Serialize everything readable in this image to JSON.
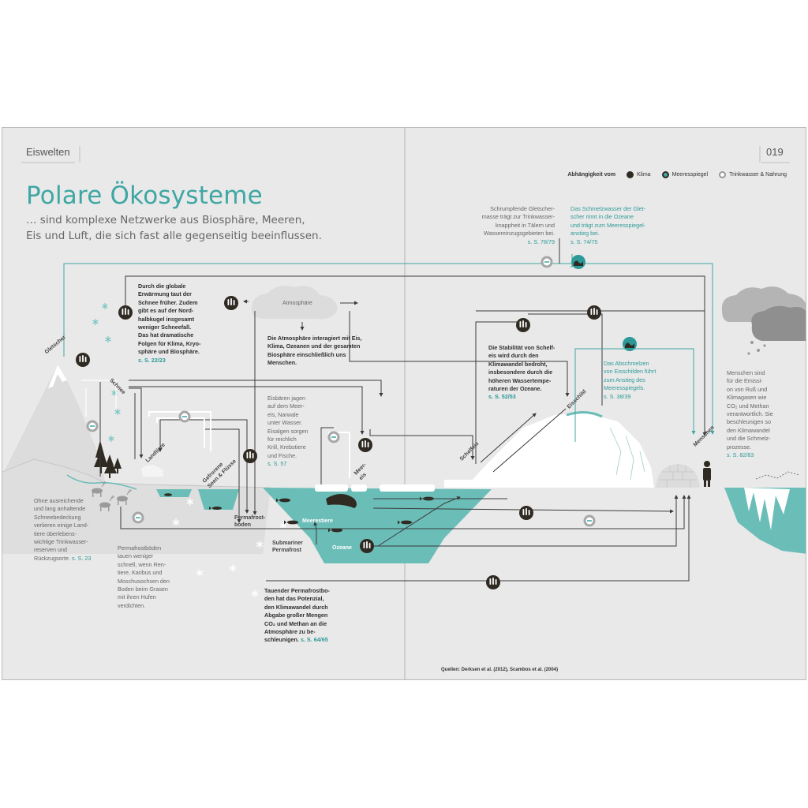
{
  "header": {
    "section": "Eiswelten",
    "page_number": "019"
  },
  "title": "Polare Ökosysteme",
  "subtitle": "… sind komplexe Netzwerke aus Biosphäre, Meeren,\nEis und Luft, die sich fast alle gegenseitig beeinflussen.",
  "legend": {
    "heading": "Abhängigkeit vom",
    "items": [
      {
        "label": "Klima",
        "icon": "thermometer-icon",
        "color": "#2f2a22"
      },
      {
        "label": "Meeresspiegel",
        "icon": "wave-icon",
        "color": "#3ea7a4"
      },
      {
        "label": "Trinkwasser & Nahrung",
        "icon": "water-ring-icon",
        "color": "#9a9a9a"
      }
    ]
  },
  "nodes": {
    "atmosphere": "Atmosphäre",
    "glacier": "Gletscher",
    "snow": "Schnee",
    "land_animals": "Landtiere",
    "frozen_lakes": "Gefrorene\nSeen & Flüsse",
    "permafrost": "Permafrost-\nboden",
    "submarine_permafrost": "Submariner\nPermafrost",
    "sea_ice": "Meer-\neis",
    "marine_animals": "Meerestiere",
    "oceans": "Ozeane",
    "ice_shelf": "Schelfeis",
    "ice_sheet": "Eisschild",
    "humans": "Menschen"
  },
  "texts": {
    "snow_text": "Durch die globale\nErwärmung taut der\nSchnee früher. Zudem\ngibt es auf der Nord-\nhalbkugel insgesamt\nweniger Schneefall.\nDas hat dramatische\nFolgen für Klima, Kryo-\nsphäre und Biosphäre.",
    "snow_ref": "s. S. 22/23",
    "atmosphere_text": "Die Atmosphäre interagiert mit Eis,\nKlima, Ozeanen und der gesamten\nBiosphäre einschließlich uns\nMenschen.",
    "polar_bear_text": "Eisbären jagen\nauf dem Meer-\neis, Narwale\nunter Wasser.\nEisalgen sorgen\nfür reichlich\nKrill, Krebstiere\nund Fische.",
    "polar_bear_ref": "s. S. 57",
    "snow_cover_text": "Ohne ausreichende\nund lang anhaltende\nSchneebedeckung\nverlieren einige Land-\ntiere überlebens-\nwichtige Trinkwasser-\nreserven und\nRückzugsorte.",
    "snow_cover_ref": "s. S. 23",
    "permafrost_text": "Permafrostböden\ntauen weniger\nschnell, wenn Ren-\ntiere, Karibus und\nMoschusochsen den\nBoden beim Grasen\nmit ihren Hufen\nverdichten.",
    "thaw_text": "Tauender Permafrostbo-\nden hat das Potenzial,\nden Klimawandel durch\nAbgabe großer Mengen\nCO₂ und Methan an die\nAtmosphäre zu be-\nschleunigen.",
    "thaw_ref": "s. S. 64/65",
    "glacier_water_text": "Schrumpfende Gletscher-\nmasse trägt zur Trinkwasser-\nknappheit in Tälern und\nWassereinzugsgebieten bei.",
    "glacier_water_ref": "s. S. 78/79",
    "meltwater_text": "Das Schmelzwasser der Glet-\nscher rinnt in die Ozeane\nund trägt zum Meeresspiegel-\nanstieg bei.",
    "meltwater_ref": "s. S. 74/75",
    "shelf_text": "Die Stabilität von Schelf-\neis wird durch den\nKlimawandel bedroht,\ninsbesondere durch die\nhöheren Wassertempe-\nraturen der Ozeane.",
    "shelf_ref": "s. S. 52/53",
    "ice_sheet_text": "Das Abschmelzen\nvon Eisschilden führt\nzum Anstieg des\nMeeresspiegels.",
    "ice_sheet_ref": "s. S. 38/39",
    "humans_text": "Menschen sind\nfür die Emissi-\non von Ruß und\nKlimagasen wie\nCO₂ und Methan\nverantwortlich. Sie\nbeschleunigen so\nden Klimawandel\nund die Schmelz-\nprozesse.",
    "humans_ref": "s. S. 82/83"
  },
  "source": "Quellen: Derksen et al. (2012), Scambos et al. (2004)",
  "colors": {
    "teal": "#3ea7a4",
    "water": "#6bbdb8",
    "dark": "#2f2a22",
    "line": "#3b3b3b",
    "background": "#e9e9e9",
    "ice": "#ffffff",
    "mountain": "#dcdcdc"
  }
}
